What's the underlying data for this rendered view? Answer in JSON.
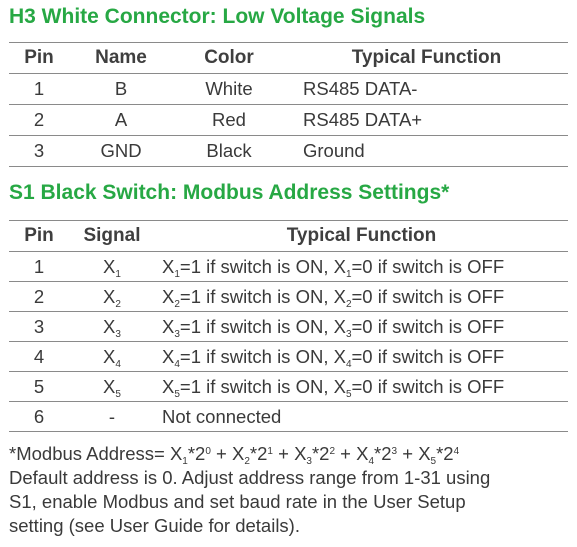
{
  "h3": {
    "title": "H3 White Connector: Low Voltage Signals",
    "headers": {
      "pin": "Pin",
      "name": "Name",
      "color": "Color",
      "function": "Typical Function"
    },
    "rows": [
      {
        "pin": "1",
        "name": "B",
        "color": "White",
        "function": "RS485 DATA-"
      },
      {
        "pin": "2",
        "name": "A",
        "color": "Red",
        "function": "RS485 DATA+"
      },
      {
        "pin": "3",
        "name": "GND",
        "color": "Black",
        "function": "Ground"
      }
    ]
  },
  "s1": {
    "title": "S1 Black Switch: Modbus Address Settings*",
    "headers": {
      "pin": "Pin",
      "signal": "Signal",
      "function": "Typical Function"
    },
    "rows": [
      {
        "pin": "1",
        "signal": "X",
        "sub": "1",
        "eq1": "=1 if switch is ON, X",
        "eq2": "=0 if switch is OFF"
      },
      {
        "pin": "2",
        "signal": "X",
        "sub": "2",
        "eq1": "=1 if switch is ON, X",
        "eq2": "=0 if switch is OFF"
      },
      {
        "pin": "3",
        "signal": "X",
        "sub": "3",
        "eq1": "=1 if switch is ON, X",
        "eq2": "=0 if switch is OFF"
      },
      {
        "pin": "4",
        "signal": "X",
        "sub": "4",
        "eq1": "=1 if switch is ON, X",
        "eq2": "=0 if switch is OFF"
      },
      {
        "pin": "5",
        "signal": "X",
        "sub": "5",
        "eq1": "=1 if switch is ON, X",
        "eq2": "=0 if switch is OFF"
      },
      {
        "pin": "6",
        "signal": "-",
        "function": "Not connected"
      }
    ]
  },
  "note": {
    "formula": {
      "prefix": "*Modbus Address= ",
      "terms": [
        {
          "var": "X",
          "sub": "1",
          "mul": "*2",
          "exp": "0"
        },
        {
          "var": "X",
          "sub": "2",
          "mul": "*2",
          "exp": "1"
        },
        {
          "var": "X",
          "sub": "3",
          "mul": "*2",
          "exp": "2"
        },
        {
          "var": "X",
          "sub": "4",
          "mul": "*2",
          "exp": "3"
        },
        {
          "var": "X",
          "sub": "5",
          "mul": "*2",
          "exp": "4"
        }
      ],
      "plus": " + "
    },
    "lines": [
      "Default address is 0. Adjust address range from 1-31 using",
      "S1, enable Modbus and set baud rate in the User Setup",
      "setting (see User Guide for details)."
    ]
  },
  "colors": {
    "title": "#27a844",
    "text": "#3a3a3a",
    "rule": "#8a8a8a"
  }
}
